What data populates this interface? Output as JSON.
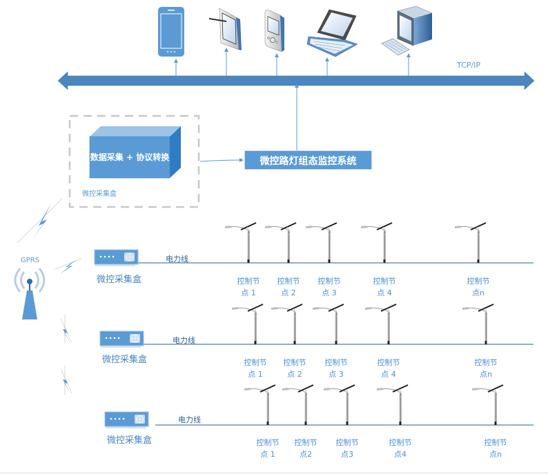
{
  "network": {
    "protocol_label": "TCP/IP",
    "clients": [
      {
        "name": "smartphone-icon"
      },
      {
        "name": "tablet-stylus-icon"
      },
      {
        "name": "pda-icon"
      },
      {
        "name": "laptop-icon"
      },
      {
        "name": "desktop-computer-icon"
      }
    ]
  },
  "gateway": {
    "function_label": "数据采集 + 协议转换",
    "container_label": "微控采集盒"
  },
  "system": {
    "label": "微控路灯组态监控系统"
  },
  "gprs": {
    "label": "GPRS"
  },
  "branches": [
    {
      "box_label": "微控采集盒",
      "line_label": "电力线",
      "nodes": [
        {
          "line1": "控制节",
          "line2": "点 1"
        },
        {
          "line1": "控制节",
          "line2": "点 2"
        },
        {
          "line1": "控制节",
          "line2": "点 3"
        },
        {
          "line1": "控制节",
          "line2": "点 4"
        },
        {
          "line1": "控制节",
          "line2": "点n"
        }
      ]
    },
    {
      "box_label": "微控采集盒",
      "line_label": "电力线",
      "nodes": [
        {
          "line1": "控制节",
          "line2": "点 1"
        },
        {
          "line1": "控制节",
          "line2": "点 2"
        },
        {
          "line1": "控制节",
          "line2": "点 3"
        },
        {
          "line1": "控制节",
          "line2": "点 4"
        },
        {
          "line1": "控制节",
          "line2": "点n"
        }
      ]
    },
    {
      "box_label": "微控采集盒",
      "line_label": "电力线",
      "nodes": [
        {
          "line1": "控制节",
          "line2": "点 1"
        },
        {
          "line1": "控制节",
          "line2": "点2"
        },
        {
          "line1": "控制节",
          "line2": "点3"
        },
        {
          "line1": "控制节",
          "line2": "点4"
        },
        {
          "line1": "控制节",
          "line2": "点n"
        }
      ]
    }
  ],
  "colors": {
    "bus": "#4a86bf",
    "accent": "#5b9bd5",
    "box_dark": "#3a7fc4",
    "box_top": "#9dc3e6",
    "power_line": "#4a7eb5",
    "dash": "#c8c8c8"
  }
}
